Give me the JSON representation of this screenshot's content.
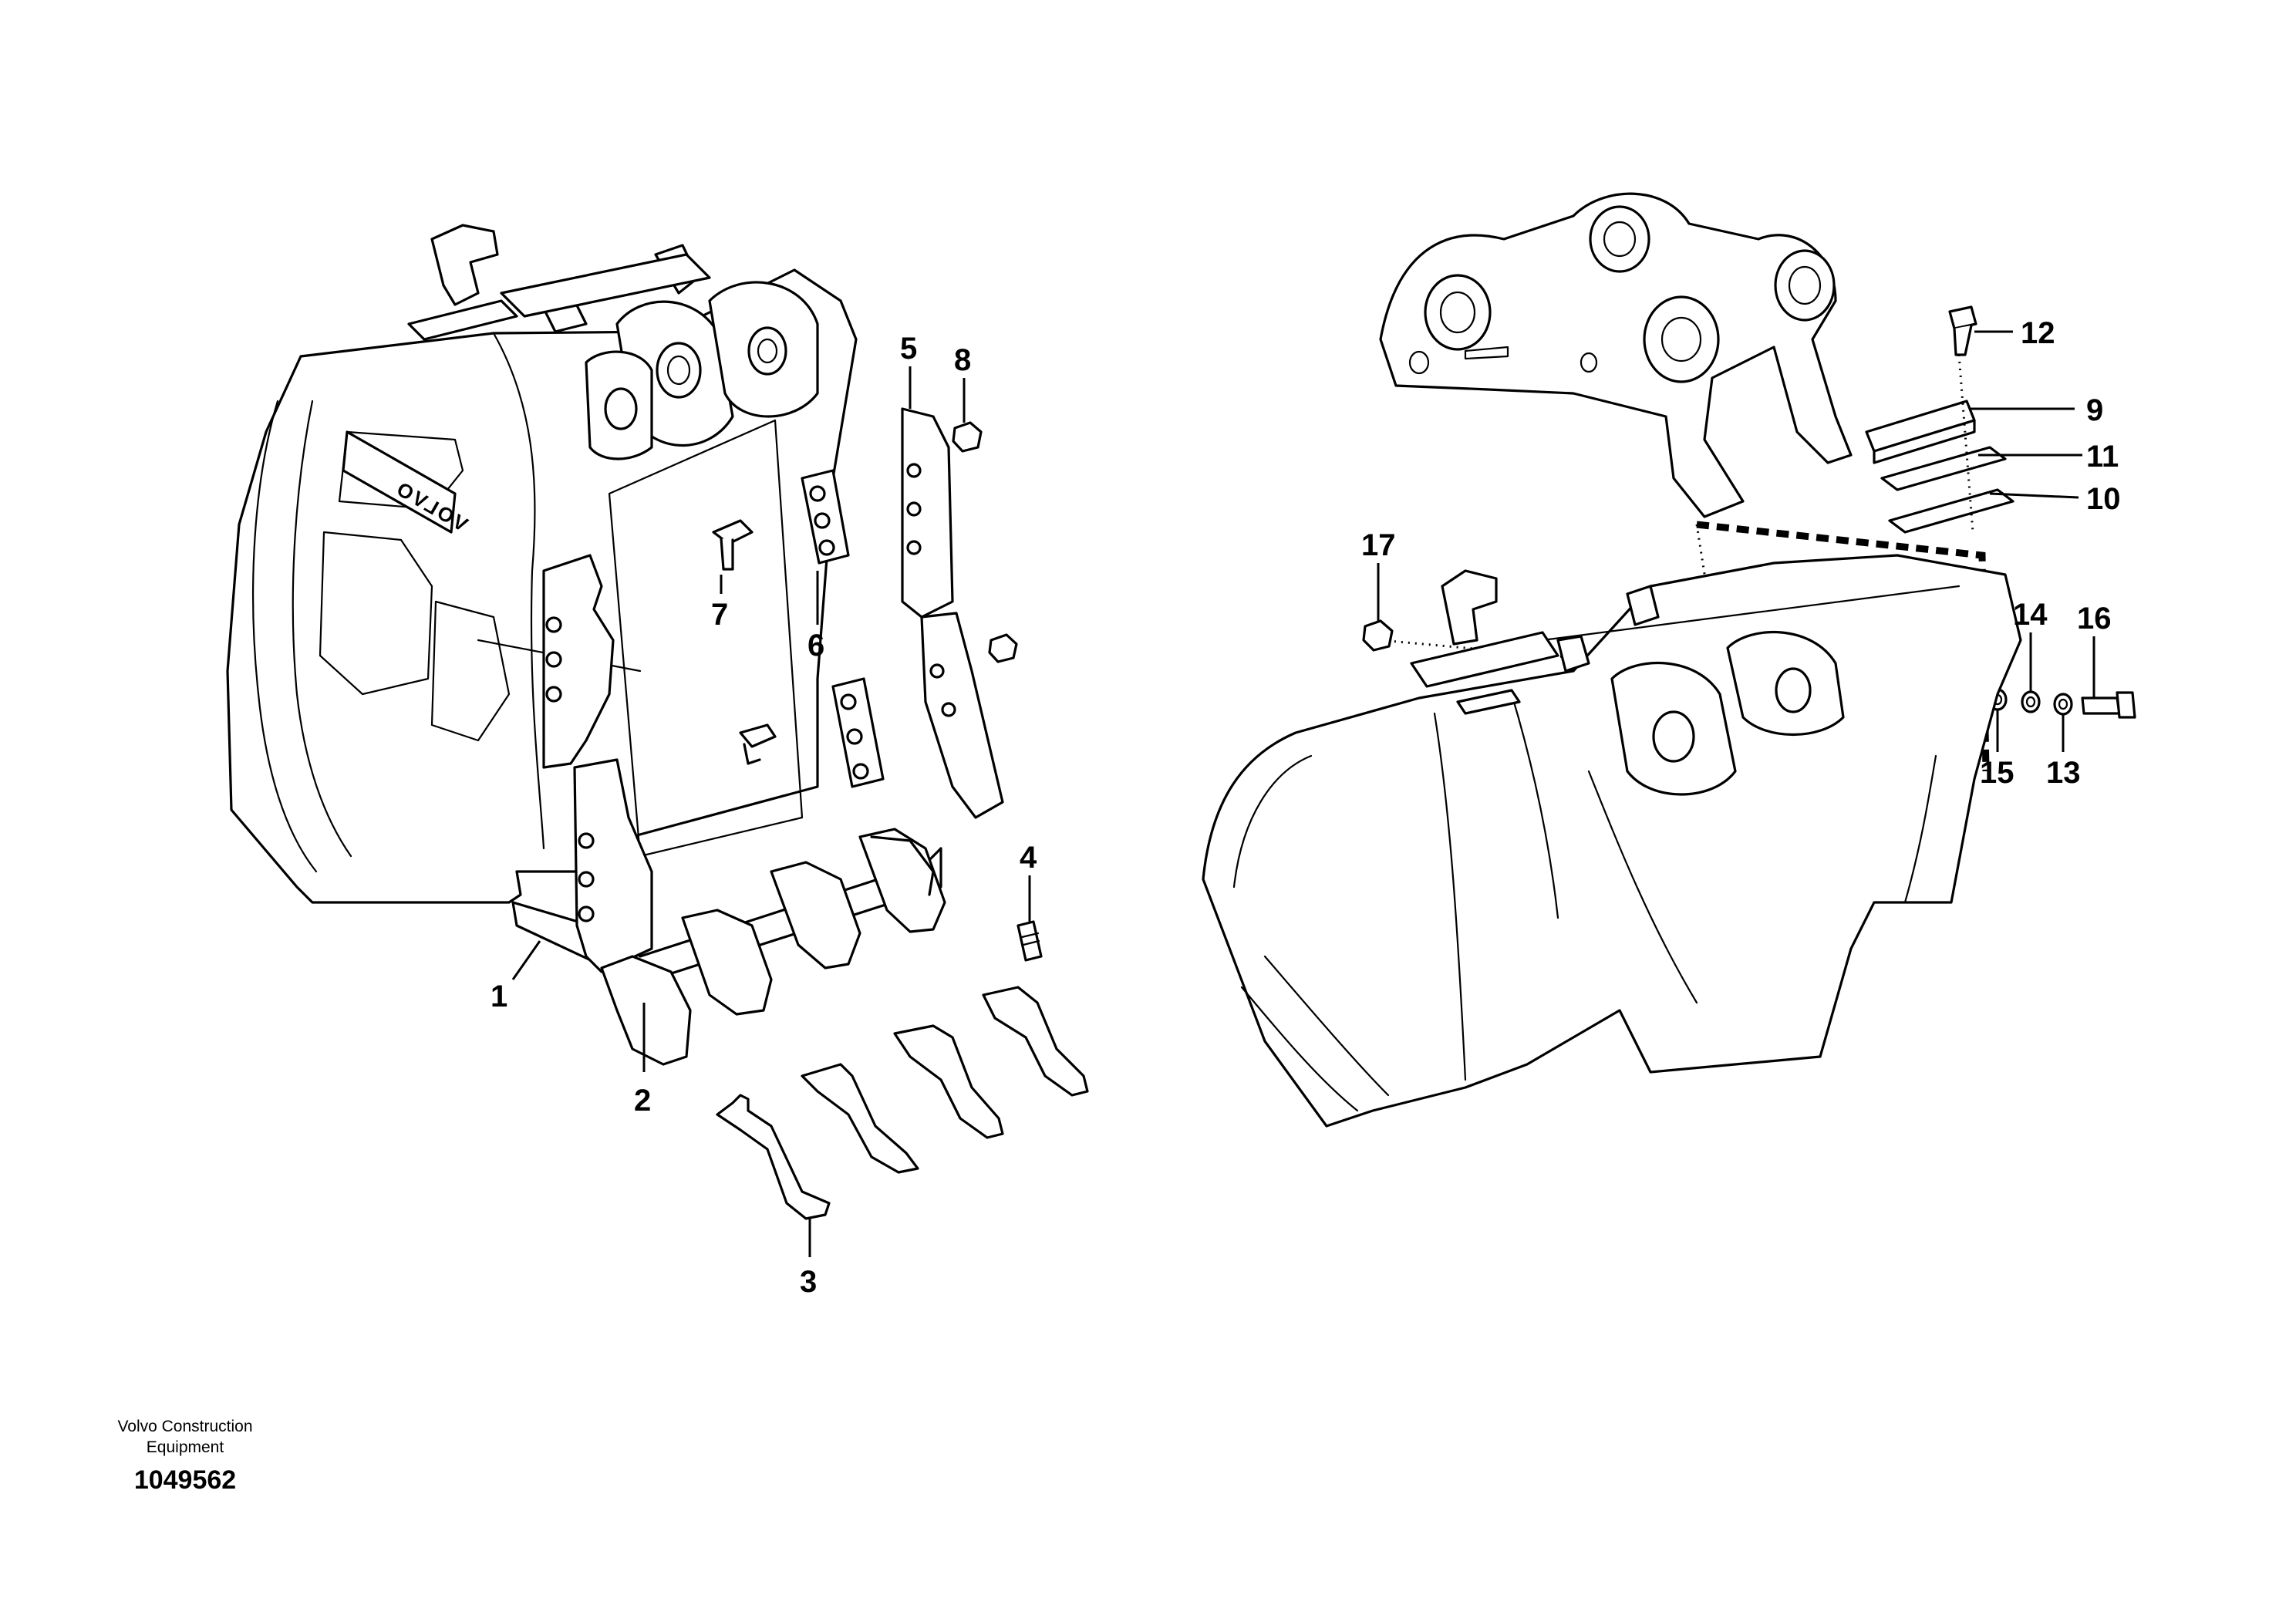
{
  "callouts": [
    "1",
    "2",
    "3",
    "4",
    "5",
    "6",
    "7",
    "8",
    "9",
    "10",
    "11",
    "12",
    "13",
    "14",
    "15",
    "16",
    "17"
  ],
  "logo": "VOLVO",
  "footer": {
    "company_line1": "Volvo Construction",
    "company_line2": "Equipment",
    "document_number": "1049562"
  }
}
